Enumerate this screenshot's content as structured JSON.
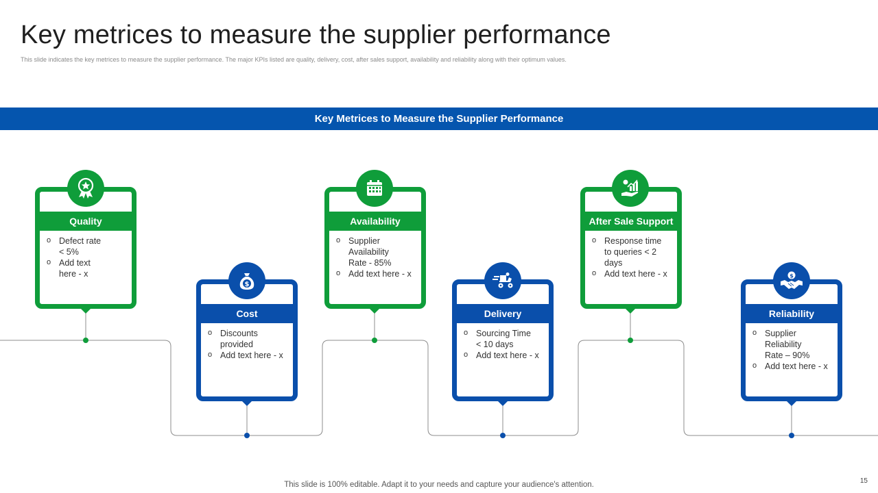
{
  "slide": {
    "title": "Key metrices to measure the supplier performance",
    "subtitle": "This slide indicates the key metrices to measure the supplier performance. The major KPIs  listed are quality, delivery, cost, after sales support, availability and reliability  along with their optimum  values.",
    "banner": "Key Metrices to Measure the Supplier Performance",
    "footer": "This slide is 100% editable. Adapt it to your needs and capture your audience's attention.",
    "page_number": "15"
  },
  "colors": {
    "green": "#0f9d3a",
    "blue": "#0a4fab",
    "banner": "#0555ae"
  },
  "metrics": [
    {
      "name": "Quality",
      "icon": "award-ribbon-icon",
      "color": "green",
      "items": [
        "Defect rate < 5%",
        "Add text here - x"
      ]
    },
    {
      "name": "Cost",
      "icon": "money-bag-icon",
      "color": "blue",
      "items": [
        "Discounts provided",
        "Add text here - x"
      ]
    },
    {
      "name": "Availability",
      "icon": "calendar-icon",
      "color": "green",
      "items": [
        "Supplier Availability Rate - 85%",
        "Add text here - x"
      ]
    },
    {
      "name": "Delivery",
      "icon": "delivery-scooter-icon",
      "color": "blue",
      "items": [
        "Sourcing Time < 10 days",
        "Add text here - x"
      ]
    },
    {
      "name": "After Sale Support",
      "icon": "hand-growth-chart-icon",
      "color": "green",
      "items": [
        "Response time to queries < 2 days",
        "Add text here - x"
      ]
    },
    {
      "name": "Reliability",
      "icon": "handshake-dollar-icon",
      "color": "blue",
      "items": [
        "Supplier Reliability Rate – 90%",
        "Add text here - x"
      ]
    }
  ]
}
